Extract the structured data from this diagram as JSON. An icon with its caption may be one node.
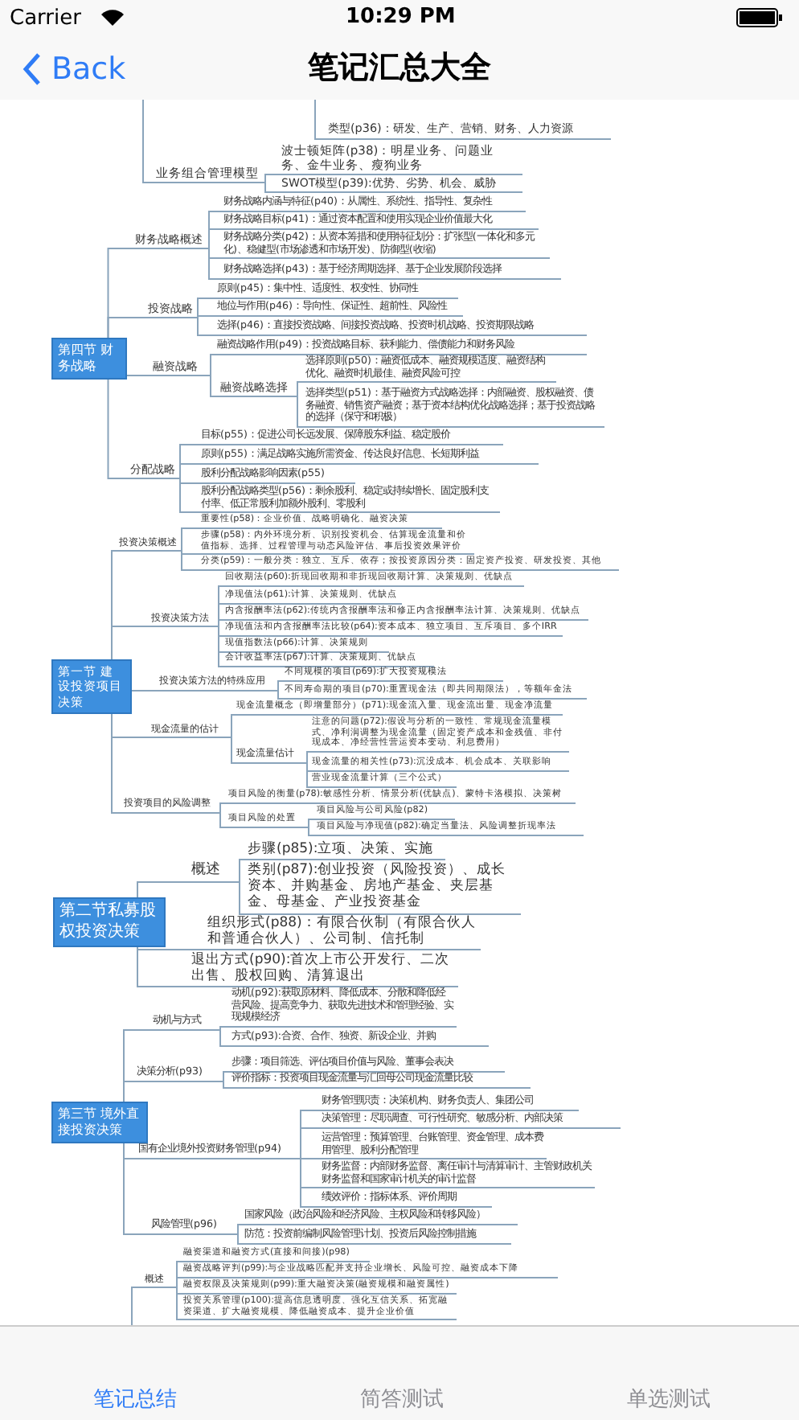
{
  "diagram": {
    "title": "笔记汇总大全",
    "nodes": [
      {
        "text": [
          "类型(p36)：研发、生产、营销、财务、人力资源"
        ]
      },
      {
        "text": [
          "业务组合管理模型"
        ]
      },
      {
        "text": [
          "波士顿矩阵(p38)：明星业务、问题业务、金牛业务、瘦狗业务"
        ]
      },
      {
        "text": [
          "SWOT模型(p39):优势、劣势、机会、威胁"
        ]
      },
      {
        "text": [
          "第四节 财务战略"
        ]
      },
      {
        "text": [
          "财务战略概述"
        ]
      },
      {
        "text": [
          "财务战略内涵与特征(p40)：从属性、系统性、指导性、复杂性"
        ]
      },
      {
        "text": [
          "财务战略目标(p41)：通过资本配置和使用实现企业价值最大化"
        ]
      },
      {
        "text": [
          "财务战略分类(p42)：从资本筹措和使用特征划分：扩张型(一体化和多元化)、稳健型(市场渗透和市场开发)、防御型(收缩)"
        ]
      },
      {
        "text": [
          "财务战略选择(p43)：基于经济周期选择、基于企业发展阶段选择"
        ]
      },
      {
        "text": [
          "投资战略"
        ]
      },
      {
        "text": [
          "原则(p45)：集中性、适度性、权变性、协同性"
        ]
      },
      {
        "text": [
          "地位与作用(p46)：导向性、保证性、超前性、风险性"
        ]
      },
      {
        "text": [
          "选择(p46)：直接投资战略、间接投资战略、投资时机战略、投资期限战略"
        ]
      },
      {
        "text": [
          "融资战略"
        ]
      },
      {
        "text": [
          "融资战略作用(p49)：投资战略目标、获利能力、偿债能力和财务风险"
        ]
      },
      {
        "text": [
          "融资战略选择"
        ]
      },
      {
        "text": [
          "选择原则(p50)：融资低成本、融资规模适度、融资结构优化、融资时机最佳、融资风险可控"
        ]
      },
      {
        "text": [
          "选择类型(p51)：基于融资方式战略选择：内部融资、股权融资、债务融资、销售资产融资；基于资本结构优化战略选择；基于投资战略的选择（保守和积极）"
        ]
      },
      {
        "text": [
          "分配战略"
        ]
      },
      {
        "text": [
          "目标(p55)：促进公司长远发展、保障股东利益、稳定股价"
        ]
      },
      {
        "text": [
          "原则(p55)：满足战略实施所需资金、传达良好信息、长短期利益"
        ]
      },
      {
        "text": [
          "股利分配战略影响因素(p55)"
        ]
      },
      {
        "text": [
          "股利分配战略类型(p56)：剩余股利、稳定或持续增长、固定股利支付率、低正常股利加额外股利、零股利"
        ]
      },
      {
        "text": [
          "第一节 建设投资项目决策"
        ]
      },
      {
        "text": [
          "投资决策概述"
        ]
      },
      {
        "text": [
          "重要性(p58)：企业价值、战略明确化、融资决策"
        ]
      },
      {
        "text": [
          "步骤(p58)：内外环境分析、识别投资机会、估算现金流量和价值指标、选择、过程管理与动态风险评估、事后投资效果评价"
        ]
      },
      {
        "text": [
          "分类(p59)：一般分类：独立、互斥、依存；按投资原因分类：固定资产投资、研发投资、其他"
        ]
      },
      {
        "text": [
          "投资决策方法"
        ]
      },
      {
        "text": [
          "回收期法(p60):折现回收期和非折现回收期计算、决策规则、优缺点"
        ]
      },
      {
        "text": [
          "净现值法(p61):计算、决策规则、优缺点"
        ]
      },
      {
        "text": [
          "内含报酬率法(p62):传统内含报酬率法和修正内含报酬率法计算、决策规则、优缺点"
        ]
      },
      {
        "text": [
          "净现值法和内含报酬率法比较(p64):资本成本、独立项目、互斥项目、多个IRR"
        ]
      },
      {
        "text": [
          "现值指数法(p66):计算、决策规则"
        ]
      },
      {
        "text": [
          "会计收益率法(p67):计算、决策规则、优缺点"
        ]
      },
      {
        "text": [
          "投资决策方法的特殊应用"
        ]
      },
      {
        "text": [
          "不同规模的项目(p69):扩大投资规模法"
        ]
      },
      {
        "text": [
          "不同寿命期的项目(p70):重置现金法（即共同期限法），等额年金法"
        ]
      },
      {
        "text": [
          "现金流量的估计"
        ]
      },
      {
        "text": [
          "现金流量概念（即增量部分）(p71):现金流入量、现金流出量、现金净流量"
        ]
      },
      {
        "text": [
          "现金流量估计"
        ]
      },
      {
        "text": [
          "注意的问题(p72):假设与分析的一致性、常规现金流量模式、净利润调整为现金流量（固定资产成本和金残值、非付现成本、净经营性营运资本变动、利息费用）"
        ]
      },
      {
        "text": [
          "现金流量的相关性(p73):沉没成本、机会成本、关联影响"
        ]
      },
      {
        "text": [
          "营业现金流量计算（三个公式）"
        ]
      },
      {
        "text": [
          "投资项目的风险调整"
        ]
      },
      {
        "text": [
          "项目风险的衡量(p78):敏感性分析、情景分析(优缺点)、蒙特卡洛模拟、决策树"
        ]
      },
      {
        "text": [
          "项目风险的处置"
        ]
      },
      {
        "text": [
          "项目风险与公司风险(p82)"
        ]
      },
      {
        "text": [
          "项目风险与净现值(p82):确定当量法、风险调整折现率法"
        ]
      },
      {
        "text": [
          "第二节私募股权投资决策"
        ]
      },
      {
        "text": [
          "概述"
        ]
      },
      {
        "text": [
          "步骤(p85):立项、决策、实施"
        ]
      },
      {
        "text": [
          "类别(p87):创业投资（风险投资）、成长资本、并购基金、房地产基金、夹层基金、母基金、产业投资基金"
        ]
      },
      {
        "text": [
          "组织形式(p88)：有限合伙制（有限合伙人和普通合伙人）、公司制、信托制"
        ]
      },
      {
        "text": [
          "退出方式(p90):首次上市公开发行、二次出售、股权回购、清算退出"
        ]
      },
      {
        "text": [
          "第三节 境外直接投资决策"
        ]
      },
      {
        "text": [
          "动机与方式"
        ]
      },
      {
        "text": [
          "动机(p92):获取原材料、降低成本、分散和降低经营风险、提高竞争力、获取先进技术和管理经验、实现规模经济"
        ]
      },
      {
        "text": [
          "方式(p93):合资、合作、独资、新设企业、并购"
        ]
      },
      {
        "text": [
          "决策分析(p93)"
        ]
      },
      {
        "text": [
          "步骤：项目筛选、评估项目价值与风险、董事会表决"
        ]
      },
      {
        "text": [
          "评价指标：投资项目现金流量与汇回母公司现金流量比较"
        ]
      },
      {
        "text": [
          "国有企业境外投资财务管理(p94)"
        ]
      },
      {
        "text": [
          "财务管理职责：决策机构、财务负责人、集团公司"
        ]
      },
      {
        "text": [
          "决策管理：尽职调查、可行性研究、敏感分析、内部决策"
        ]
      },
      {
        "text": [
          "运营管理：预算管理、台账管理、资金管理、成本费用管理、股利分配管理"
        ]
      },
      {
        "text": [
          "财务监督：内部财务监督、离任审计与清算审计、主管财政机关财务监督和国家审计机关的审计监督"
        ]
      },
      {
        "text": [
          "绩效评价：指标体系、评价周期"
        ]
      },
      {
        "text": [
          "风险管理(p96)"
        ]
      },
      {
        "text": [
          "国家风险（政治风险和经济风险、主权风险和转移风险）"
        ]
      },
      {
        "text": [
          "防范：投资前编制风险管理计划、投资后风险控制措施"
        ]
      },
      {
        "text": [
          "概述"
        ]
      },
      {
        "text": [
          "融资渠道和融资方式(直接和间接)(p98)"
        ]
      },
      {
        "text": [
          "融资战略评判(p99):与企业战略匹配并支持企业增长、风险可控、融资成本下降"
        ]
      },
      {
        "text": [
          "融资权限及决策规则(p99):重大融资决策(融资规模和融资属性)"
        ]
      },
      {
        "text": [
          "投资关系管理(p100):提高信息透明度、强化互信关系、拓宽融资渠道、扩大融资规模、降低融资成本、提升企业价值"
        ]
      }
    ],
    "edges": [
      {
        "from": null,
        "to": 0,
        "arrow": "none"
      },
      {
        "from": null,
        "to": 1,
        "arrow": "none"
      },
      {
        "from": 1,
        "to": 2,
        "arrow": "none"
      },
      {
        "from": 1,
        "to": 3,
        "arrow": "none"
      },
      {
        "from": 4,
        "to": 5,
        "arrow": "none"
      },
      {
        "from": 5,
        "to": 6,
        "arrow": "none"
      },
      {
        "from": 5,
        "to": 7,
        "arrow": "none"
      },
      {
        "from": 5,
        "to": 8,
        "arrow": "none"
      },
      {
        "from": 5,
        "to": 9,
        "arrow": "none"
      },
      {
        "from": 4,
        "to": 10,
        "arrow": "none"
      },
      {
        "from": 10,
        "to": 11,
        "arrow": "none"
      },
      {
        "from": 10,
        "to": 12,
        "arrow": "none"
      },
      {
        "from": 10,
        "to": 13,
        "arrow": "none"
      },
      {
        "from": 4,
        "to": 14,
        "arrow": "none"
      },
      {
        "from": 14,
        "to": 15,
        "arrow": "none"
      },
      {
        "from": 14,
        "to": 16,
        "arrow": "none"
      },
      {
        "from": 16,
        "to": 17,
        "arrow": "none"
      },
      {
        "from": 16,
        "to": 18,
        "arrow": "none"
      },
      {
        "from": 4,
        "to": 19,
        "arrow": "none"
      },
      {
        "from": 19,
        "to": 20,
        "arrow": "none"
      },
      {
        "from": 19,
        "to": 21,
        "arrow": "none"
      },
      {
        "from": 19,
        "to": 22,
        "arrow": "none"
      },
      {
        "from": 19,
        "to": 23,
        "arrow": "none"
      },
      {
        "from": 24,
        "to": 25,
        "arrow": "none"
      },
      {
        "from": 25,
        "to": 26,
        "arrow": "none"
      },
      {
        "from": 25,
        "to": 27,
        "arrow": "none"
      },
      {
        "from": 25,
        "to": 28,
        "arrow": "none"
      },
      {
        "from": 24,
        "to": 29,
        "arrow": "none"
      },
      {
        "from": 29,
        "to": 30,
        "arrow": "none"
      },
      {
        "from": 29,
        "to": 31,
        "arrow": "none"
      },
      {
        "from": 29,
        "to": 32,
        "arrow": "none"
      },
      {
        "from": 29,
        "to": 33,
        "arrow": "none"
      },
      {
        "from": 29,
        "to": 34,
        "arrow": "none"
      },
      {
        "from": 29,
        "to": 35,
        "arrow": "none"
      },
      {
        "from": 24,
        "to": 36,
        "arrow": "none"
      },
      {
        "from": 36,
        "to": 37,
        "arrow": "none"
      },
      {
        "from": 36,
        "to": 38,
        "arrow": "none"
      },
      {
        "from": 24,
        "to": 39,
        "arrow": "none"
      },
      {
        "from": 39,
        "to": 40,
        "arrow": "none"
      },
      {
        "from": 39,
        "to": 41,
        "arrow": "none"
      },
      {
        "from": 41,
        "to": 42,
        "arrow": "none"
      },
      {
        "from": 41,
        "to": 43,
        "arrow": "none"
      },
      {
        "from": 41,
        "to": 44,
        "arrow": "none"
      },
      {
        "from": 24,
        "to": 45,
        "arrow": "none"
      },
      {
        "from": 45,
        "to": 46,
        "arrow": "none"
      },
      {
        "from": 45,
        "to": 47,
        "arrow": "none"
      },
      {
        "from": 47,
        "to": 48,
        "arrow": "none"
      },
      {
        "from": 47,
        "to": 49,
        "arrow": "none"
      },
      {
        "from": 50,
        "to": 51,
        "arrow": "none"
      },
      {
        "from": 51,
        "to": 52,
        "arrow": "none"
      },
      {
        "from": 51,
        "to": 53,
        "arrow": "none"
      },
      {
        "from": 50,
        "to": 54,
        "arrow": "none"
      },
      {
        "from": 50,
        "to": 55,
        "arrow": "none"
      },
      {
        "from": 56,
        "to": 57,
        "arrow": "none"
      },
      {
        "from": 57,
        "to": 58,
        "arrow": "none"
      },
      {
        "from": 57,
        "to": 59,
        "arrow": "none"
      },
      {
        "from": 56,
        "to": 60,
        "arrow": "none"
      },
      {
        "from": 60,
        "to": 61,
        "arrow": "none"
      },
      {
        "from": 60,
        "to": 62,
        "arrow": "none"
      },
      {
        "from": 56,
        "to": 63,
        "arrow": "none"
      },
      {
        "from": 63,
        "to": 64,
        "arrow": "none"
      },
      {
        "from": 63,
        "to": 65,
        "arrow": "none"
      },
      {
        "from": 63,
        "to": 66,
        "arrow": "none"
      },
      {
        "from": 63,
        "to": 67,
        "arrow": "none"
      },
      {
        "from": 63,
        "to": 68,
        "arrow": "none"
      },
      {
        "from": 56,
        "to": 69,
        "arrow": "none"
      },
      {
        "from": 69,
        "to": 70,
        "arrow": "none"
      },
      {
        "from": 69,
        "to": 71,
        "arrow": "none"
      },
      {
        "from": null,
        "to": 72,
        "arrow": "none"
      },
      {
        "from": 72,
        "to": 73,
        "arrow": "none"
      },
      {
        "from": 72,
        "to": 74,
        "arrow": "none"
      },
      {
        "from": 72,
        "to": 75,
        "arrow": "none"
      },
      {
        "from": 72,
        "to": 76,
        "arrow": "none"
      }
    ],
    "labels": [
      "Carrier",
      "10:29 PM",
      "Back",
      "笔记总结",
      "简答测试",
      "单选测试"
    ]
  }
}
